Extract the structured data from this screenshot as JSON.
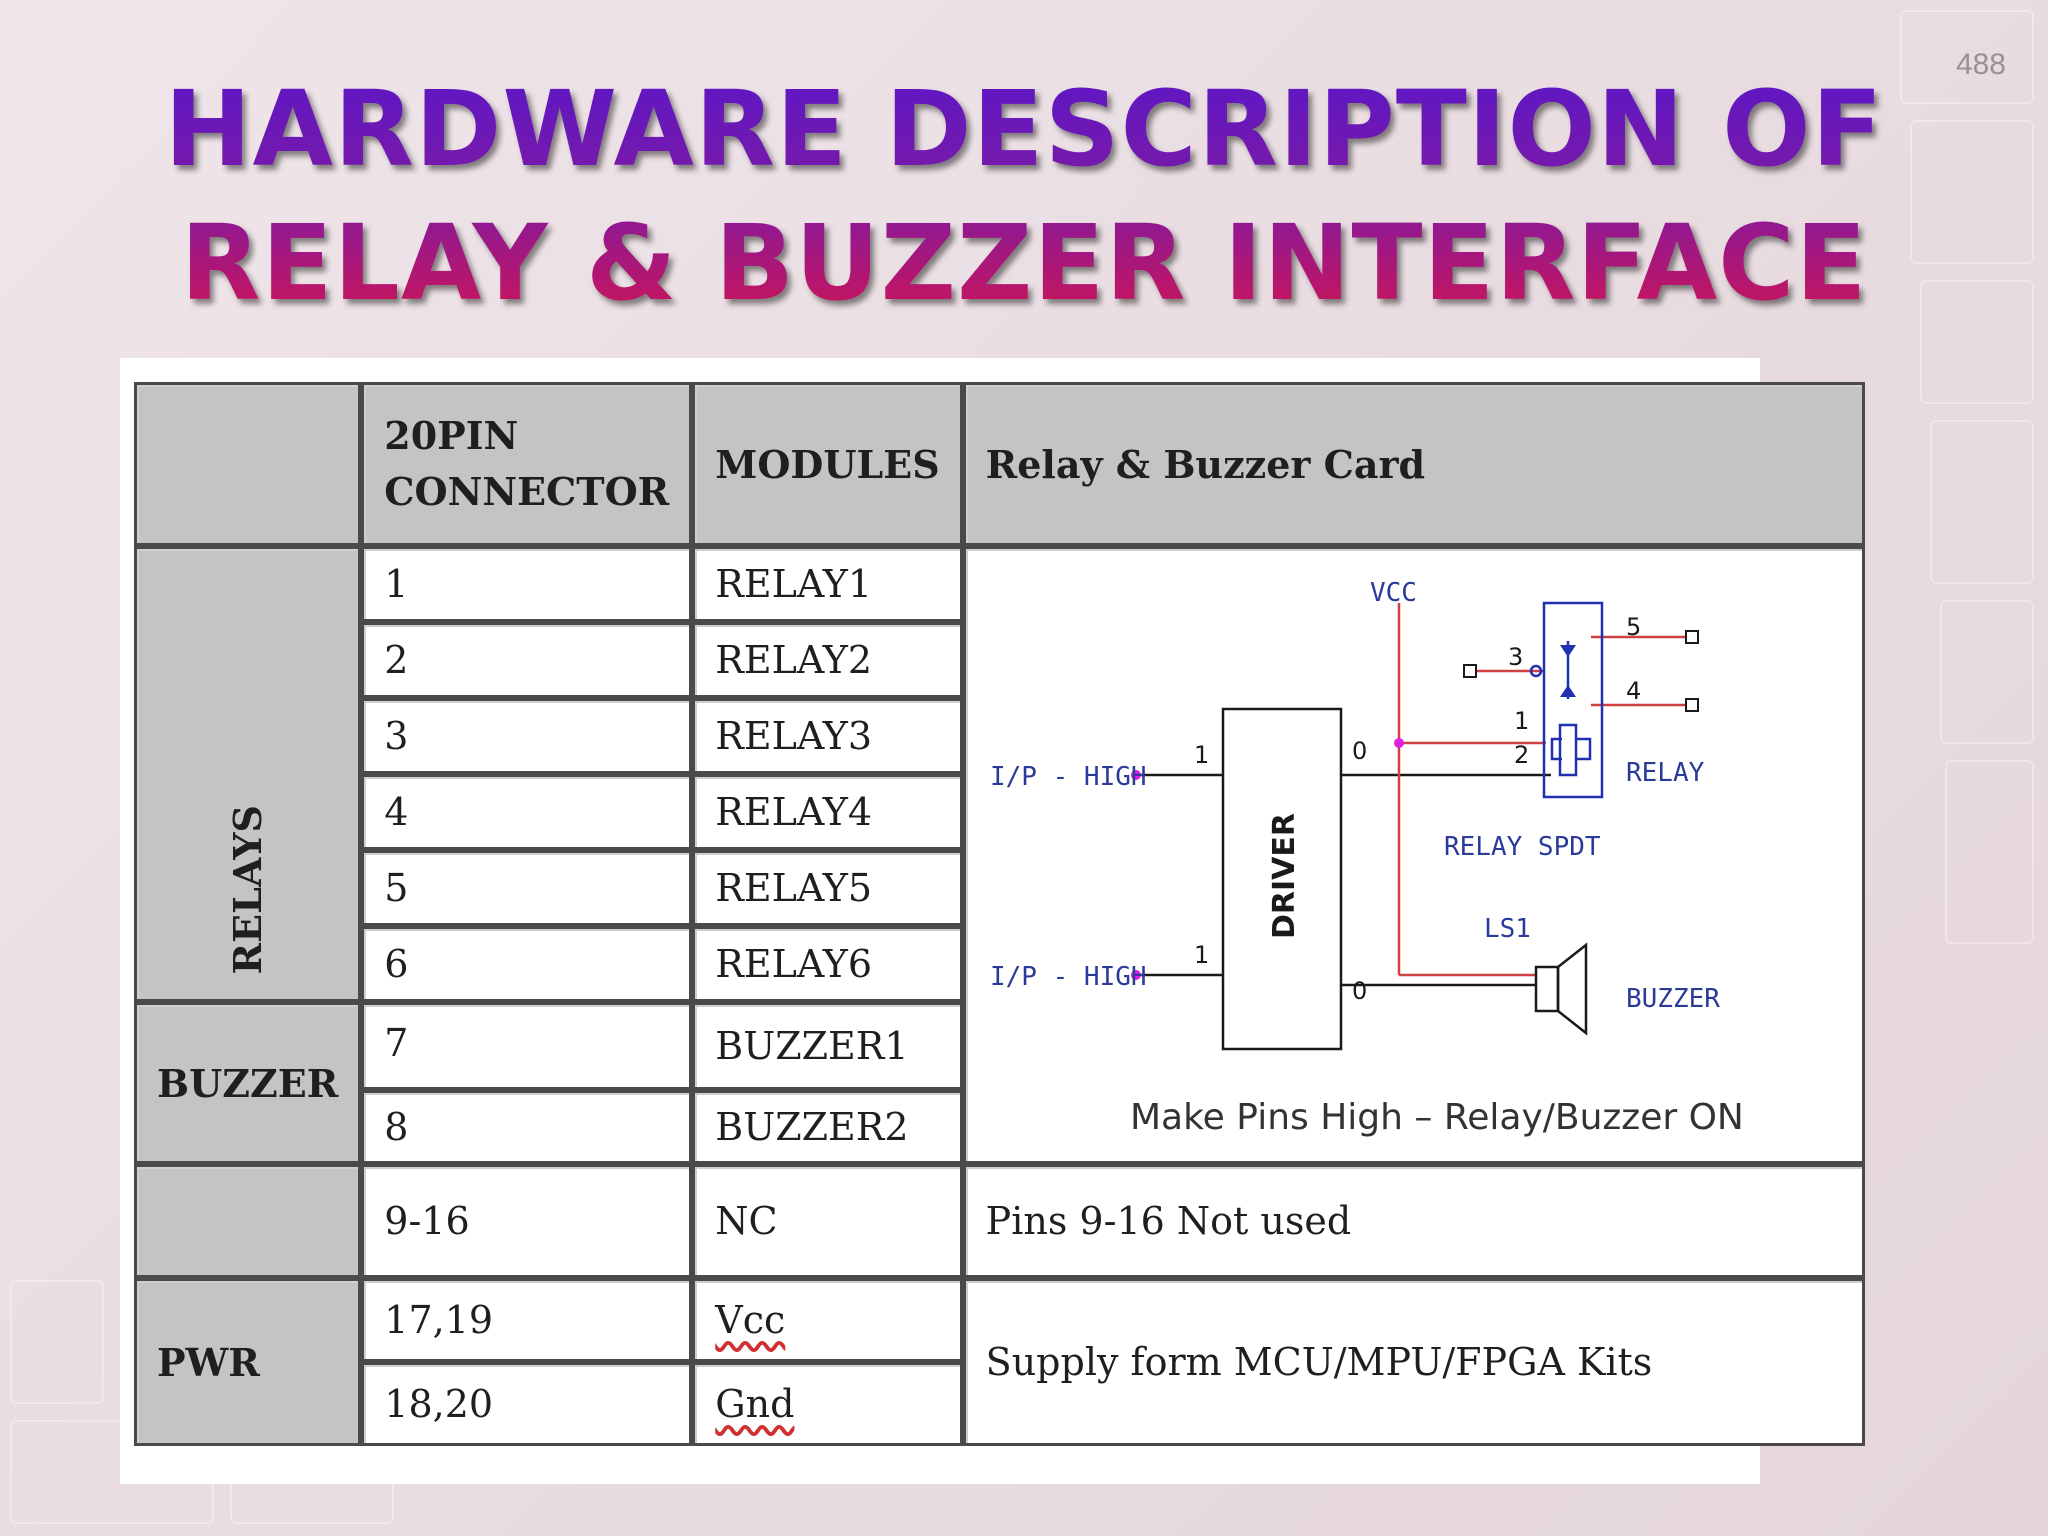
{
  "page_number": "488",
  "title": {
    "line1": "HARDWARE DESCRIPTION OF",
    "line2": "RELAY & BUZZER INTERFACE"
  },
  "table": {
    "headers": {
      "col0": "",
      "col1": "20PIN CONNECTOR",
      "col2": "MODULES",
      "col3": "Relay & Buzzer Card"
    },
    "groups": {
      "relays": "RELAYS",
      "buzzer": "BUZZER",
      "nc": "",
      "pwr": "PWR"
    },
    "rows": [
      {
        "pin": "1",
        "module": "RELAY1"
      },
      {
        "pin": "2",
        "module": "RELAY2"
      },
      {
        "pin": "3",
        "module": "RELAY3"
      },
      {
        "pin": "4",
        "module": "RELAY4"
      },
      {
        "pin": "5",
        "module": "RELAY5"
      },
      {
        "pin": "6",
        "module": "RELAY6"
      },
      {
        "pin": "7",
        "module": "BUZZER1"
      },
      {
        "pin": "8",
        "module": "BUZZER2"
      },
      {
        "pin": "9-16",
        "module": "NC"
      },
      {
        "pin": "17,19",
        "module": "Vcc"
      },
      {
        "pin": "18,20",
        "module": "Gnd"
      }
    ],
    "nc_description": "Pins 9-16 Not used",
    "pwr_description": "Supply form MCU/MPU/FPGA Kits"
  },
  "diagram": {
    "vcc": "VCC",
    "input1": "I/P - HIGH",
    "input2": "I/P - HIGH",
    "driver": "DRIVER",
    "driver_in1": "1",
    "driver_in2": "1",
    "driver_out1": "0",
    "driver_out2": "0",
    "relay_pin1": "1",
    "relay_pin2": "2",
    "relay_pin3": "3",
    "relay_pin4": "4",
    "relay_pin5": "5",
    "relay_label": "RELAY",
    "relay_type": "RELAY SPDT",
    "speaker_ref": "LS1",
    "buzzer_label": "BUZZER",
    "caption": "Make Pins High – Relay/Buzzer ON",
    "colors": {
      "vcc_wire": "#d04040",
      "input_dot": "#e020e0",
      "relay_blue": "#2030b0",
      "text_blue": "#2a3a9a",
      "line_black": "#1a1a1a"
    }
  }
}
